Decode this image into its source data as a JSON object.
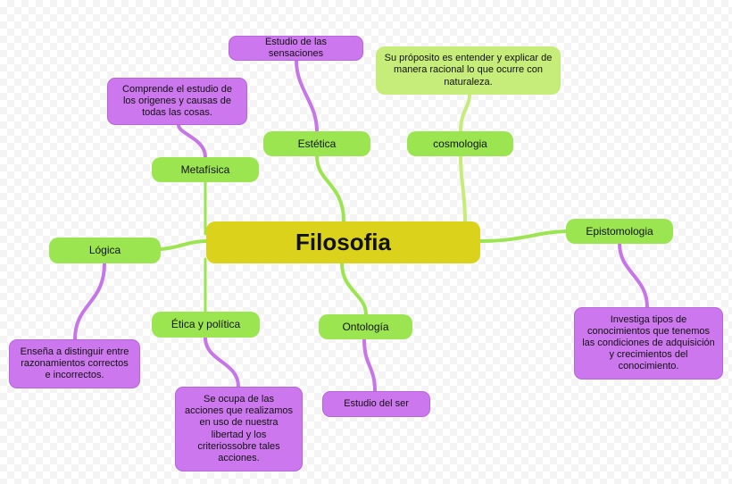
{
  "colors": {
    "center": "#dbd21c",
    "branch": "#9be550",
    "branch_light": "#c6ec79",
    "leaf": "#cc77ee",
    "green_line": "#9be550",
    "purple_line": "#c676e8"
  },
  "center": {
    "label": "Filosofia"
  },
  "branches": {
    "estetica": "Estética",
    "cosmologia": "cosmologia",
    "metafisica": "Metafísica",
    "logica": "Lógica",
    "etica": "Ética y política",
    "ontologia": "Ontología",
    "epistomologia": "Epistomologia"
  },
  "leaves": {
    "estetica": "Estudio de las sensaciones",
    "cosmologia": "Su próposito es entender y explicar de manera racional lo que ocurre con naturaleza.",
    "metafisica": "Comprende el estudio de los origenes y causas de todas las cosas.",
    "logica": "Enseña a distinguir entre razonamientos correctos e incorrectos.",
    "etica": "Se ocupa de las acciones que realizamos en uso de nuestra libertad y los criteriossobre tales acciones.",
    "ontologia": "Estudio del ser",
    "epistomologia": "Investiga tipos de conocimientos que tenemos las condiciones de adquisición y crecimientos del conocimiento."
  }
}
